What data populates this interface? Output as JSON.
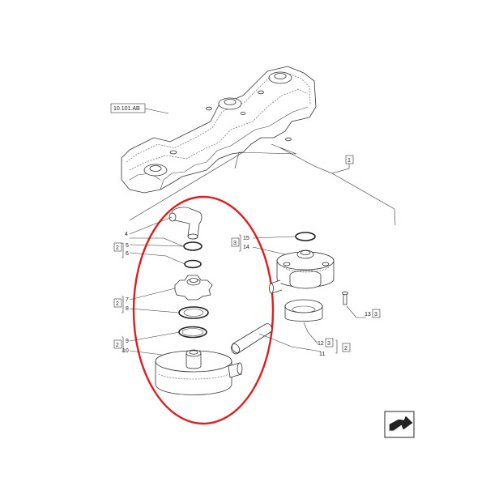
{
  "diagram": {
    "reference_code": "10.101.AB",
    "highlight_color": "#dd1f1f",
    "callouts": {
      "c1": "1",
      "c2": "2",
      "c3": "3",
      "c4": "4",
      "c5": "5",
      "c6": "6",
      "c7": "7",
      "c8": "8",
      "c9": "9",
      "c10": "10",
      "c11": "11",
      "c12": "12",
      "c13": "13",
      "c14": "14",
      "c15": "15"
    },
    "nav_icon": "next-page-arrow-icon"
  }
}
